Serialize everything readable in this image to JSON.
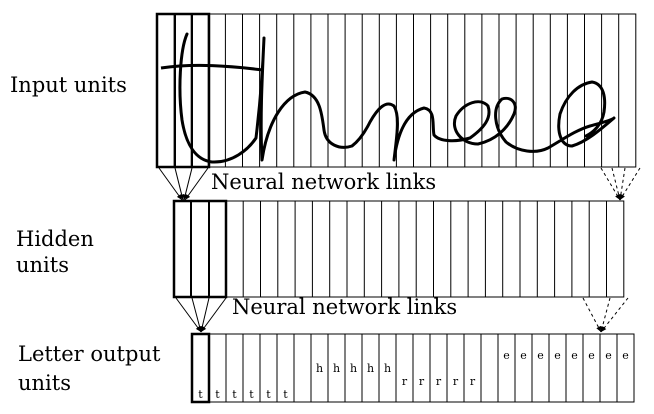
{
  "labels": {
    "input_units": "Input units",
    "hidden_units_line1": "Hidden",
    "hidden_units_line2": "units",
    "output_units_line1": "Letter output",
    "output_units_line2": "units",
    "links_top": "Neural network links",
    "links_bottom": "Neural network links"
  },
  "handwritten_word": "three",
  "output_letters": [
    "t",
    "t",
    "t",
    "t",
    "t",
    "t",
    "",
    "h",
    "h",
    "h",
    "h",
    "h",
    "r",
    "r",
    "r",
    "r",
    "r",
    "",
    "e",
    "e",
    "e",
    "e",
    "e",
    "e",
    "e",
    "e"
  ],
  "colors": {
    "line": "#000000",
    "background": "#ffffff"
  }
}
